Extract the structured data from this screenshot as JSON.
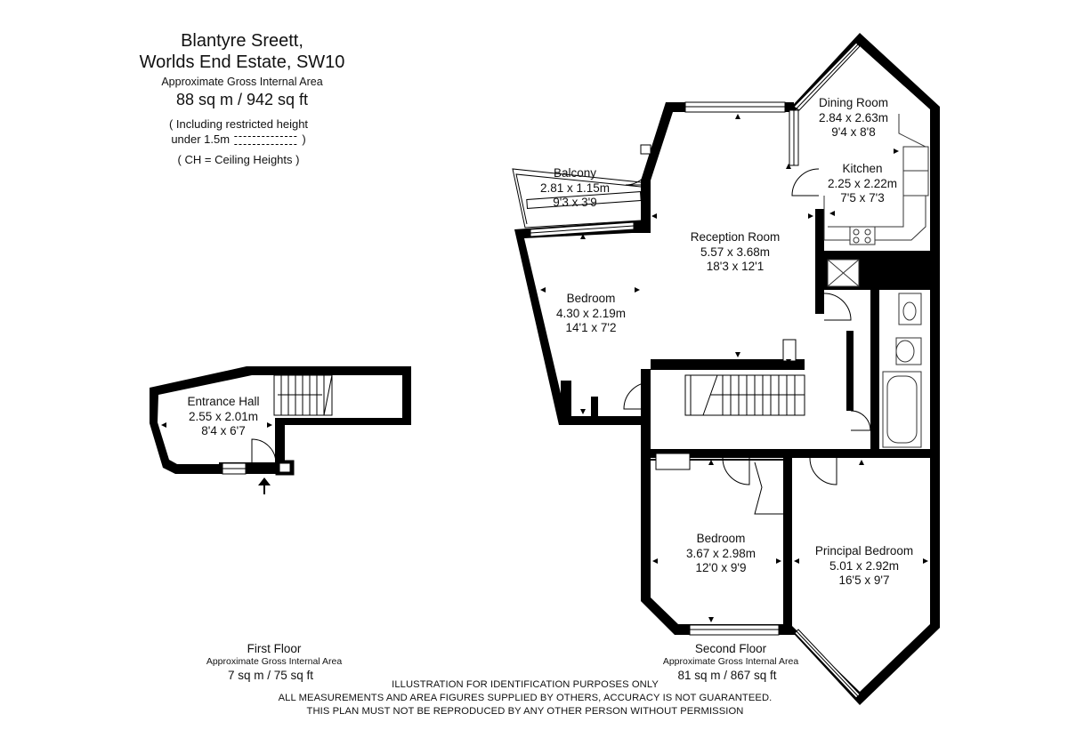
{
  "header": {
    "address_line1": "Blantyre Sreett,",
    "address_line2": "Worlds End Estate, SW10",
    "area_label": "Approximate Gross Internal Area",
    "area_value": "88 sq m  /  942 sq ft",
    "restricted_line1": "( Including restricted height",
    "restricted_line2": "under 1.5m",
    "restricted_close": ")",
    "ceiling_note": "( CH = Ceiling Heights )"
  },
  "rooms": {
    "entrance_hall": {
      "name": "Entrance Hall",
      "metric": "2.55 x 2.01m",
      "imperial": "8'4 x 6'7"
    },
    "balcony": {
      "name": "Balcony",
      "metric": "2.81 x 1.15m",
      "imperial": "9'3 x 3'9"
    },
    "bedroom_left": {
      "name": "Bedroom",
      "metric": "4.30 x 2.19m",
      "imperial": "14'1 x 7'2"
    },
    "reception": {
      "name": "Reception Room",
      "metric": "5.57 x 3.68m",
      "imperial": "18'3 x 12'1"
    },
    "dining": {
      "name": "Dining Room",
      "metric": "2.84 x 2.63m",
      "imperial": "9'4 x 8'8"
    },
    "kitchen": {
      "name": "Kitchen",
      "metric": "2.25 x 2.22m",
      "imperial": "7'5 x 7'3"
    },
    "bedroom_lower": {
      "name": "Bedroom",
      "metric": "3.67 x 2.98m",
      "imperial": "12'0 x 9'9"
    },
    "principal_bedroom": {
      "name": "Principal Bedroom",
      "metric": "5.01 x 2.92m",
      "imperial": "16'5 x 9'7"
    }
  },
  "floors": {
    "first": {
      "name": "First Floor",
      "area_label": "Approximate Gross Internal Area",
      "area": "7 sq m  /  75 sq ft"
    },
    "second": {
      "name": "Second Floor",
      "area_label": "Approximate Gross Internal Area",
      "area": "81 sq m  /  867 sq ft"
    }
  },
  "disclaimer": {
    "line1": "ILLUSTRATION FOR IDENTIFICATION PURPOSES ONLY",
    "line2": "ALL MEASUREMENTS AND AREA FIGURES SUPPLIED BY OTHERS, ACCURACY IS NOT GUARANTEED.",
    "line3": "THIS PLAN MUST NOT BE REPRODUCED BY ANY OTHER PERSON WITHOUT PERMISSION"
  },
  "colors": {
    "wall": "#000000",
    "fixture": "#333333",
    "background": "#ffffff"
  }
}
